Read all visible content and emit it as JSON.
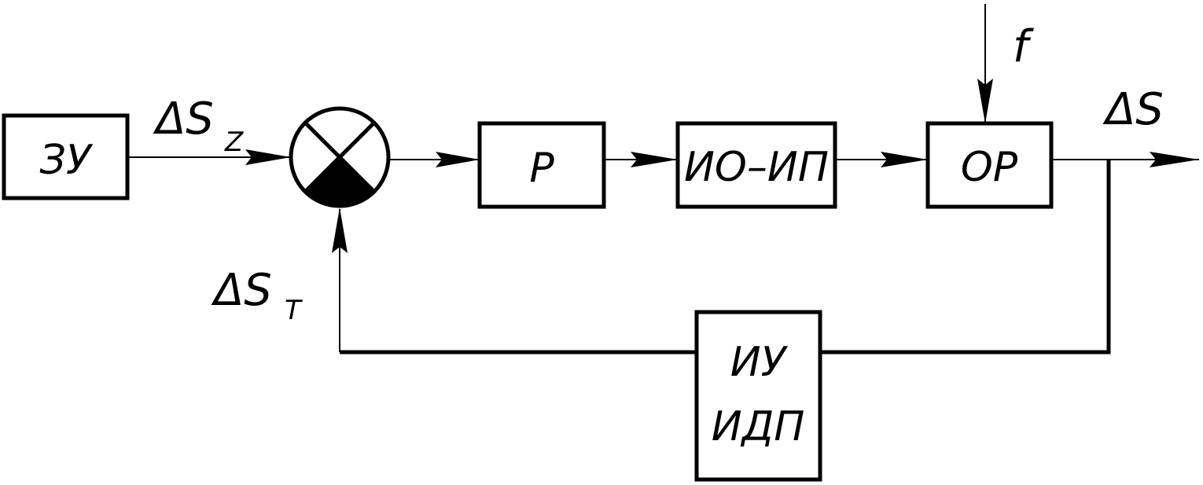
{
  "blocks": {
    "setpoint": "ЗУ",
    "regulator": "Р",
    "actuator": "ИО–ИП",
    "plant": "ОР",
    "sensor_line1": "ИУ",
    "sensor_line2": "ИДП"
  },
  "signals": {
    "setpoint_symbol": "ΔS",
    "setpoint_subscript": "Z",
    "feedback_symbol": "ΔS",
    "feedback_subscript": "T",
    "output": "ΔS",
    "disturbance": "f"
  },
  "colors": {
    "line": "#000000",
    "background": "#ffffff"
  }
}
